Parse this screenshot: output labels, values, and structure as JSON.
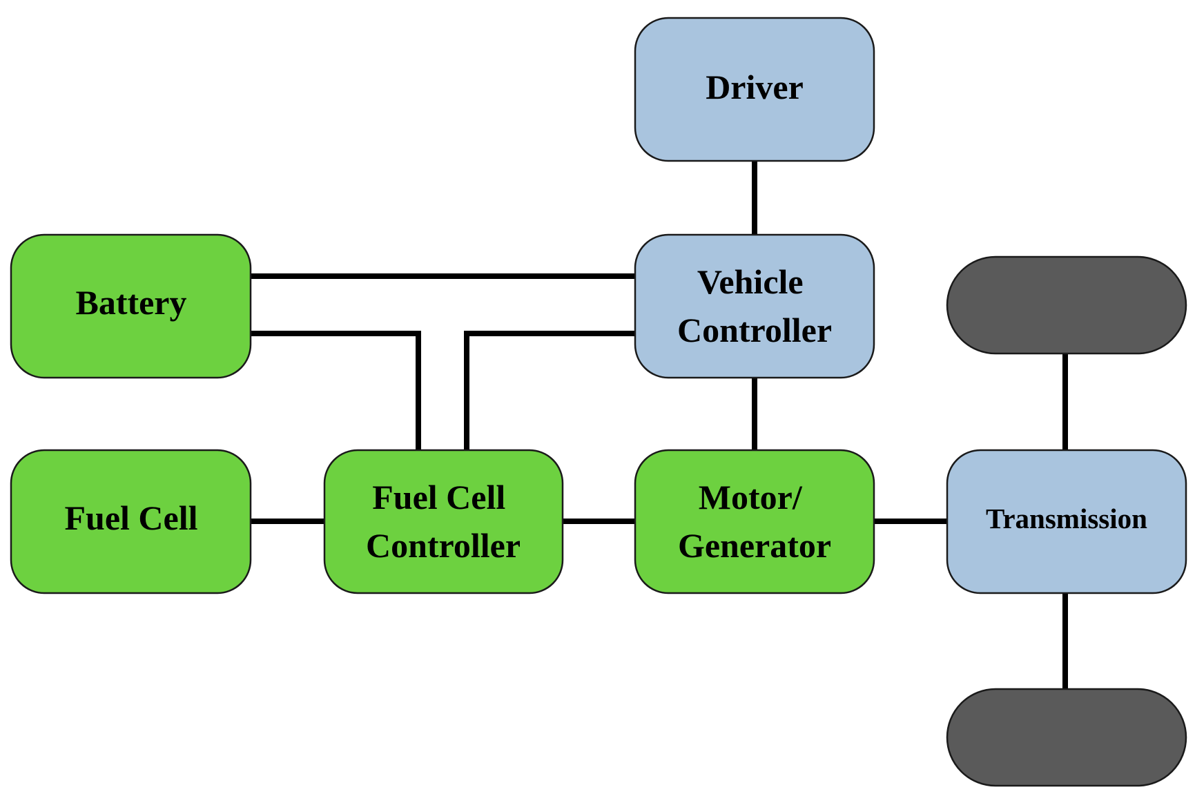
{
  "colors": {
    "power_block": "#6dd140",
    "control_block": "#a9c4de",
    "wheel": "#5a5a5a",
    "connector": "#000000"
  },
  "blocks": {
    "driver": {
      "lines": [
        "Driver"
      ],
      "kind": "control"
    },
    "vehicle_controller": {
      "lines": [
        "Vehicle",
        "Controller"
      ],
      "kind": "control"
    },
    "battery": {
      "lines": [
        "Battery"
      ],
      "kind": "power"
    },
    "fuel_cell": {
      "lines": [
        "Fuel Cell"
      ],
      "kind": "power"
    },
    "fuel_cell_controller": {
      "lines": [
        "Fuel Cell",
        "Controller"
      ],
      "kind": "power"
    },
    "motor_generator": {
      "lines": [
        "Motor/",
        "Generator"
      ],
      "kind": "power"
    },
    "transmission": {
      "lines": [
        "Transmission"
      ],
      "kind": "control"
    },
    "wheel_top": {
      "lines": [],
      "kind": "wheel"
    },
    "wheel_bottom": {
      "lines": [],
      "kind": "wheel"
    }
  },
  "connections": [
    [
      "driver",
      "vehicle_controller"
    ],
    [
      "battery",
      "vehicle_controller"
    ],
    [
      "battery",
      "fuel_cell_controller"
    ],
    [
      "vehicle_controller",
      "fuel_cell_controller"
    ],
    [
      "vehicle_controller",
      "motor_generator"
    ],
    [
      "fuel_cell",
      "fuel_cell_controller"
    ],
    [
      "fuel_cell_controller",
      "motor_generator"
    ],
    [
      "motor_generator",
      "transmission"
    ],
    [
      "transmission",
      "wheel_top"
    ],
    [
      "transmission",
      "wheel_bottom"
    ]
  ]
}
